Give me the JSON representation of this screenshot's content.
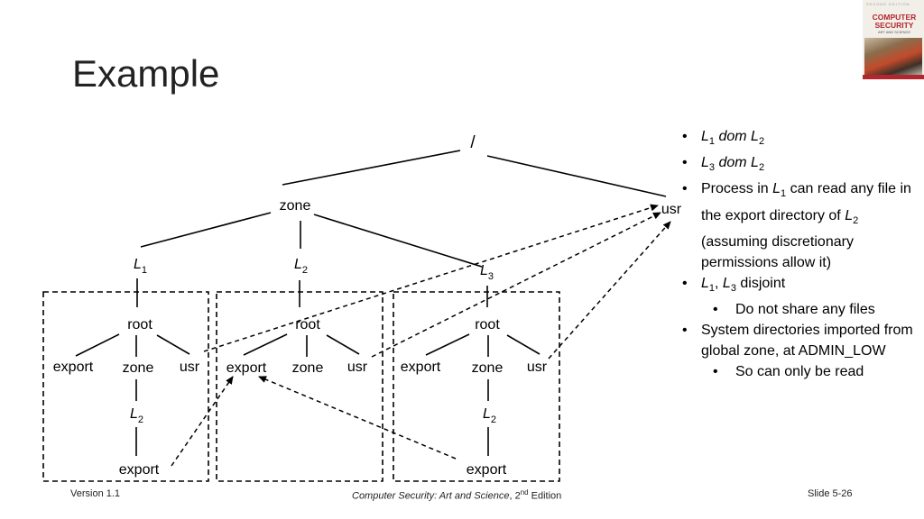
{
  "slide": {
    "title": "Example",
    "footer_left": "Version 1.1",
    "footer_center_italic": "Computer Security: Art and Science",
    "footer_center_sep": ", 2",
    "footer_center_sup": "nd",
    "footer_center_tail": " Edition",
    "footer_right": "Slide 5-26"
  },
  "book_cover": {
    "edition": "SECOND EDITION",
    "title_line1": "COMPUTER",
    "title_line2": "SECURITY",
    "subtitle": "ART AND SCIENCE"
  },
  "tree": {
    "root": "/",
    "zone": "zone",
    "usr": "usr",
    "zones": [
      "L",
      "L",
      "L"
    ],
    "zone_subs": [
      "1",
      "2",
      "3"
    ],
    "boxes": [
      {
        "root": "root",
        "left": "export",
        "mid": "zone",
        "right": "usr",
        "sub_L": "L",
        "sub_L_idx": "2",
        "bottom": "export"
      },
      {
        "root": "root",
        "left": "export",
        "mid": "zone",
        "right": "usr"
      },
      {
        "root": "root",
        "left": "export",
        "mid": "zone",
        "right": "usr",
        "sub_L": "L",
        "sub_L_idx": "2",
        "bottom": "export"
      }
    ]
  },
  "bullets": [
    {
      "level": 1,
      "parts": [
        [
          "i",
          "L"
        ],
        [
          "sub",
          "1"
        ],
        [
          "i",
          " dom L"
        ],
        [
          "sub",
          "2"
        ]
      ]
    },
    {
      "level": 1,
      "parts": [
        [
          "i",
          "L"
        ],
        [
          "sub",
          "3"
        ],
        [
          "i",
          " dom L"
        ],
        [
          "sub",
          "2"
        ]
      ]
    },
    {
      "level": 1,
      "parts": [
        [
          "t",
          "Process in "
        ],
        [
          "i",
          "L"
        ],
        [
          "sub",
          "1"
        ],
        [
          "t",
          " can read any file in the export directory of "
        ],
        [
          "i",
          "L"
        ],
        [
          "sub",
          "2"
        ],
        [
          "t",
          " (assuming discretionary permissions allow it)"
        ]
      ]
    },
    {
      "level": 1,
      "parts": [
        [
          "i",
          "L"
        ],
        [
          "sub",
          "1"
        ],
        [
          "t",
          ", "
        ],
        [
          "i",
          "L"
        ],
        [
          "sub",
          "3"
        ],
        [
          "t",
          " disjoint"
        ]
      ]
    },
    {
      "level": 2,
      "parts": [
        [
          "t",
          "Do not share any files"
        ]
      ]
    },
    {
      "level": 1,
      "parts": [
        [
          "t",
          "System directories imported from global zone, at ADMIN_LOW"
        ]
      ]
    },
    {
      "level": 2,
      "parts": [
        [
          "t",
          "So can only be read"
        ]
      ]
    }
  ]
}
